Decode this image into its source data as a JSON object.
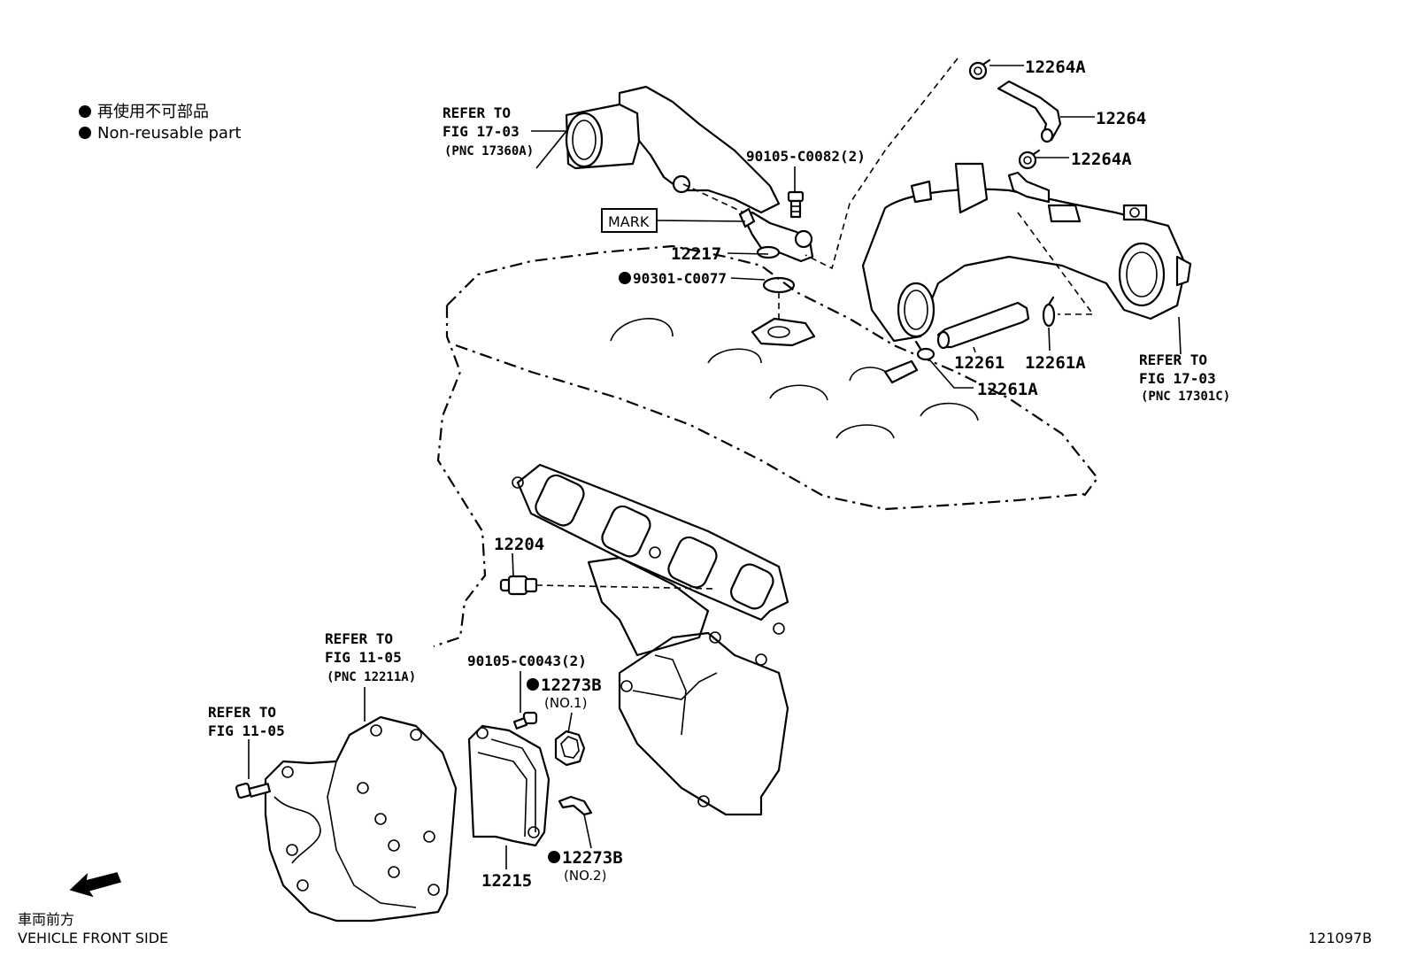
{
  "legend": {
    "item_jp": "再使用不可部品",
    "item_en": "Non-reusable part"
  },
  "direction": {
    "jp": "車両前方",
    "en": "VEHICLE FRONT SIDE"
  },
  "figure_id": "121097B",
  "mark_label": "MARK",
  "parts": {
    "p12264A_top": "12264A",
    "p12264": "12264",
    "p12264A_mid": "12264A",
    "p90105_c0082": "90105-C0082(2)",
    "p12217": "12217",
    "p90301_c0077": "90301-C0077",
    "p12261": "12261",
    "p12261A_a": "12261A",
    "p12261A_b": "12261A",
    "p12204": "12204",
    "p90105_c0043": "90105-C0043(2)",
    "p12273B_1": "12273B",
    "p12273B_1_sub": "(NO.1)",
    "p12273B_2": "12273B",
    "p12273B_2_sub": "(NO.2)",
    "p12215": "12215"
  },
  "refs": {
    "ref1": {
      "l1": "REFER TO",
      "l2": "FIG 17-03",
      "l3": "(PNC 17360A)"
    },
    "ref2": {
      "l1": "REFER TO",
      "l2": "FIG 17-03",
      "l3": "(PNC 17301C)"
    },
    "ref3": {
      "l1": "REFER TO",
      "l2": "FIG 11-05",
      "l3": "(PNC 12211A)"
    },
    "ref4": {
      "l1": "REFER TO",
      "l2": "FIG 11-05"
    }
  }
}
